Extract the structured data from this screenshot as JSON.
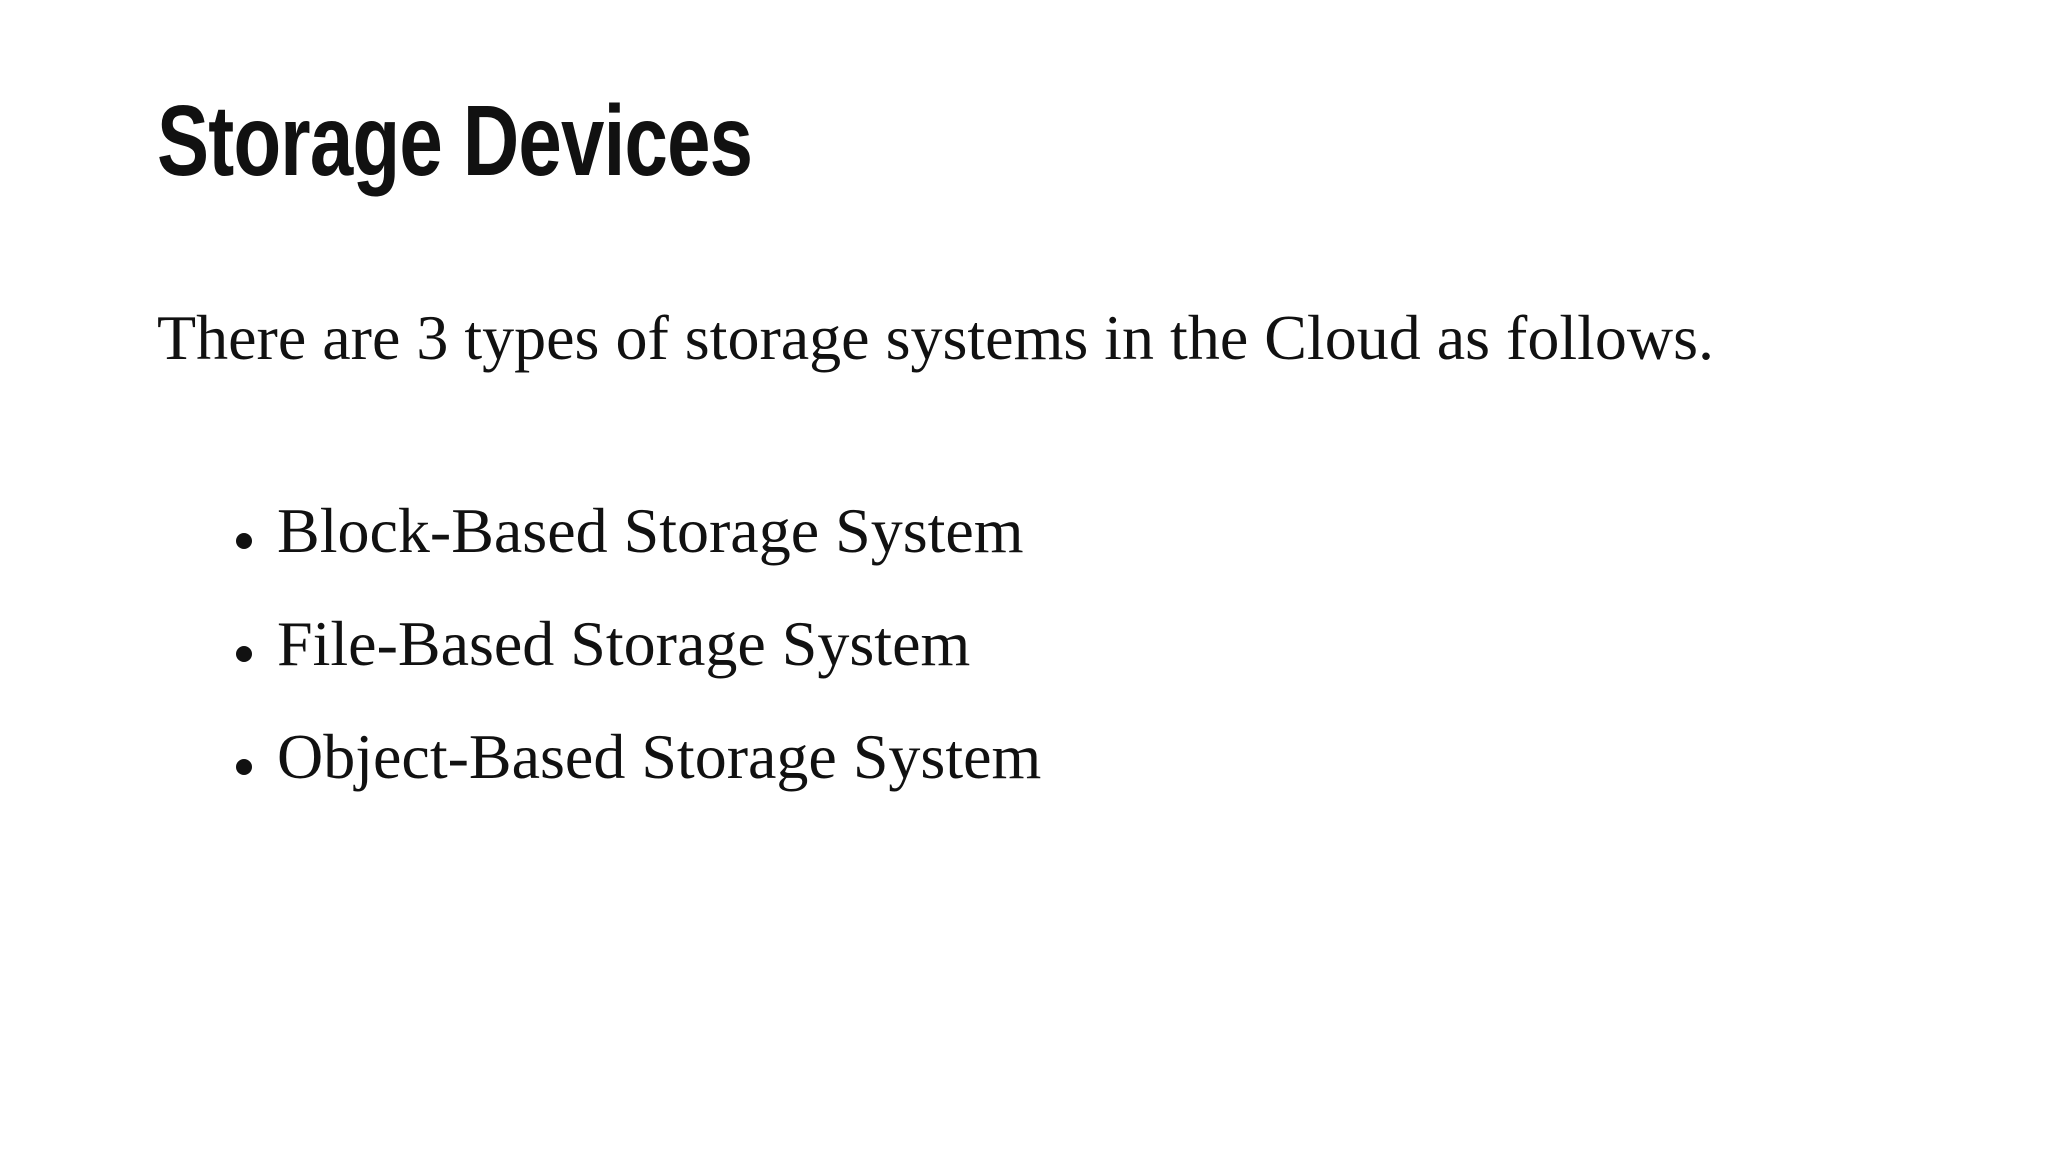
{
  "slide": {
    "title": "Storage Devices",
    "intro": "There are 3 types of storage systems in the Cloud as follows.",
    "bullets": [
      "Block-Based Storage System",
      "File-Based Storage System",
      "Object-Based Storage System"
    ],
    "colors": {
      "background": "#ffffff",
      "text": "#111111"
    }
  }
}
